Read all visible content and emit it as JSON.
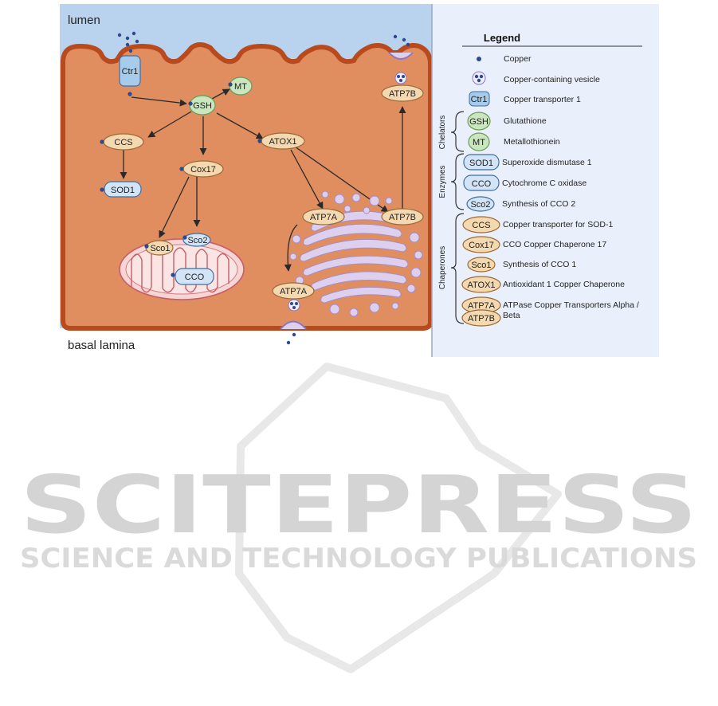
{
  "diagram": {
    "region_lumen": "lumen",
    "region_basal": "basal lamina",
    "nodes": {
      "ctr1": "Ctr1",
      "gsh": "GSH",
      "mt": "MT",
      "ccs": "CCS",
      "sod1": "SOD1",
      "cox17": "Cox17",
      "atox1": "ATOX1",
      "atp7a": "ATP7A",
      "atp7a_bottom": "ATP7A",
      "atp7b": "ATP7B",
      "atp7b_top": "ATP7B",
      "sco1": "Sco1",
      "sco2": "Sco2",
      "cco": "CCO"
    }
  },
  "legend": {
    "title": "Legend",
    "copper": "Copper",
    "vesicle": "Copper-containing vesicle",
    "ctr1_icon": "Ctr1",
    "ctr1": "Copper transporter 1",
    "group_chelators": "Chelators",
    "gsh_icon": "GSH",
    "gsh": "Glutathione",
    "mt_icon": "MT",
    "mt": "Metallothionein",
    "group_enzymes": "Enzymes",
    "sod1_icon": "SOD1",
    "sod1": "Superoxide dismutase 1",
    "cco_icon": "CCO",
    "cco": "Cytochrome C oxidase",
    "sco2_icon": "Sco2",
    "sco2": "Synthesis of CCO 2",
    "group_chaperones": "Chaperones",
    "ccs_icon": "CCS",
    "ccs": "Copper transporter for SOD-1",
    "cox17_icon": "Cox17",
    "cox17": "CCO Copper Chaperone 17",
    "sco1_icon": "Sco1",
    "sco1": "Synthesis of CCO 1",
    "atox1_icon": "ATOX1",
    "atox1": "Antioxidant 1 Copper Chaperone",
    "atp7a_icon": "ATP7A",
    "atp7b_icon": "ATP7B",
    "atp_line1": "ATPase Copper Transporters Alpha /",
    "atp_line2": "Beta"
  },
  "watermark": {
    "main": "SCITEPRESS",
    "sub": "SCIENCE AND TECHNOLOGY PUBLICATIONS"
  },
  "colors": {
    "cell": "#e08e5f",
    "membrane": "#b94a1e",
    "lumen": "#b9d3ee",
    "legend_bg": "#eaf0fb",
    "chaperone": "#f4d9b0",
    "chelator": "#c9e6be",
    "enzyme": "#d3e4f6",
    "copper": "#2d4a8a"
  }
}
